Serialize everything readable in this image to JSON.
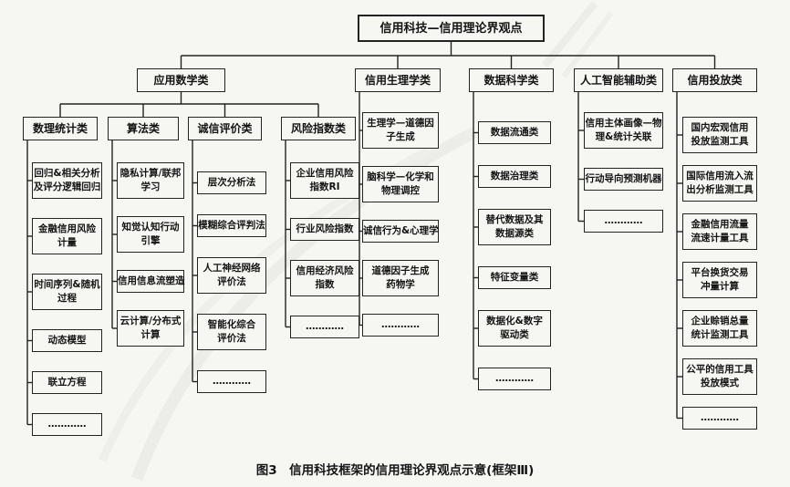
{
  "diagram": {
    "root_label": "信用科技—信用理论界观点",
    "branches": [
      {
        "id": "math",
        "label": "应用数学类",
        "subcategories": [
          {
            "id": "math-0",
            "label": "数理统计类",
            "items": [
              "回归&相关分析\n及评分逻辑回归",
              "金融信用风险\n计量",
              "时间序列&随机\n过程",
              "动态模型",
              "联立方程",
              "…………"
            ]
          },
          {
            "id": "math-1",
            "label": "算法类",
            "items": [
              "隐私计算/联邦\n学习",
              "知觉认知行动\n引擎",
              "信用信息流塑造",
              "云计算/分布式\n计算"
            ]
          },
          {
            "id": "math-2",
            "label": "诚信评价类",
            "items": [
              "层次分析法",
              "模糊综合评判法",
              "人工神经网络\n评价法",
              "智能化综合\n评价法",
              "…………"
            ]
          },
          {
            "id": "math-3",
            "label": "风险指数类",
            "items": [
              "企业信用风险\n指数RI",
              "行业风险指数",
              "信用经济风险\n指数",
              "…………"
            ]
          }
        ]
      },
      {
        "id": "b1",
        "label": "信用生理学类",
        "items": [
          "生理学—道德因\n子生成",
          "脑科学—化学和\n物理调控",
          "诚信行为&心理学",
          "道德因子生成\n药物学",
          "…………"
        ]
      },
      {
        "id": "b2",
        "label": "数据科学类",
        "items": [
          "数据流通类",
          "数据治理类",
          "替代数据及其\n数据源类",
          "特征变量类",
          "数据化&数字\n驱动类",
          "…………"
        ]
      },
      {
        "id": "b3",
        "label": "人工智能辅助类",
        "items": [
          "信用主体画像—物\n理&统计关联",
          "行动导向预测机器",
          "…………"
        ]
      },
      {
        "id": "b4",
        "label": "信用投放类",
        "items": [
          "国内宏观信用\n投放监测工具",
          "国际信用流入流\n出分析监测工具",
          "金融信用流量\n流速计量工具",
          "平台换货交易\n冲量计算",
          "企业赊销总量\n统计监测工具",
          "公平的信用工具\n投放模式",
          "…………"
        ]
      }
    ]
  },
  "caption": {
    "text": "图3　信用科技框架的信用理论界观点示意(框架Ⅲ)"
  }
}
